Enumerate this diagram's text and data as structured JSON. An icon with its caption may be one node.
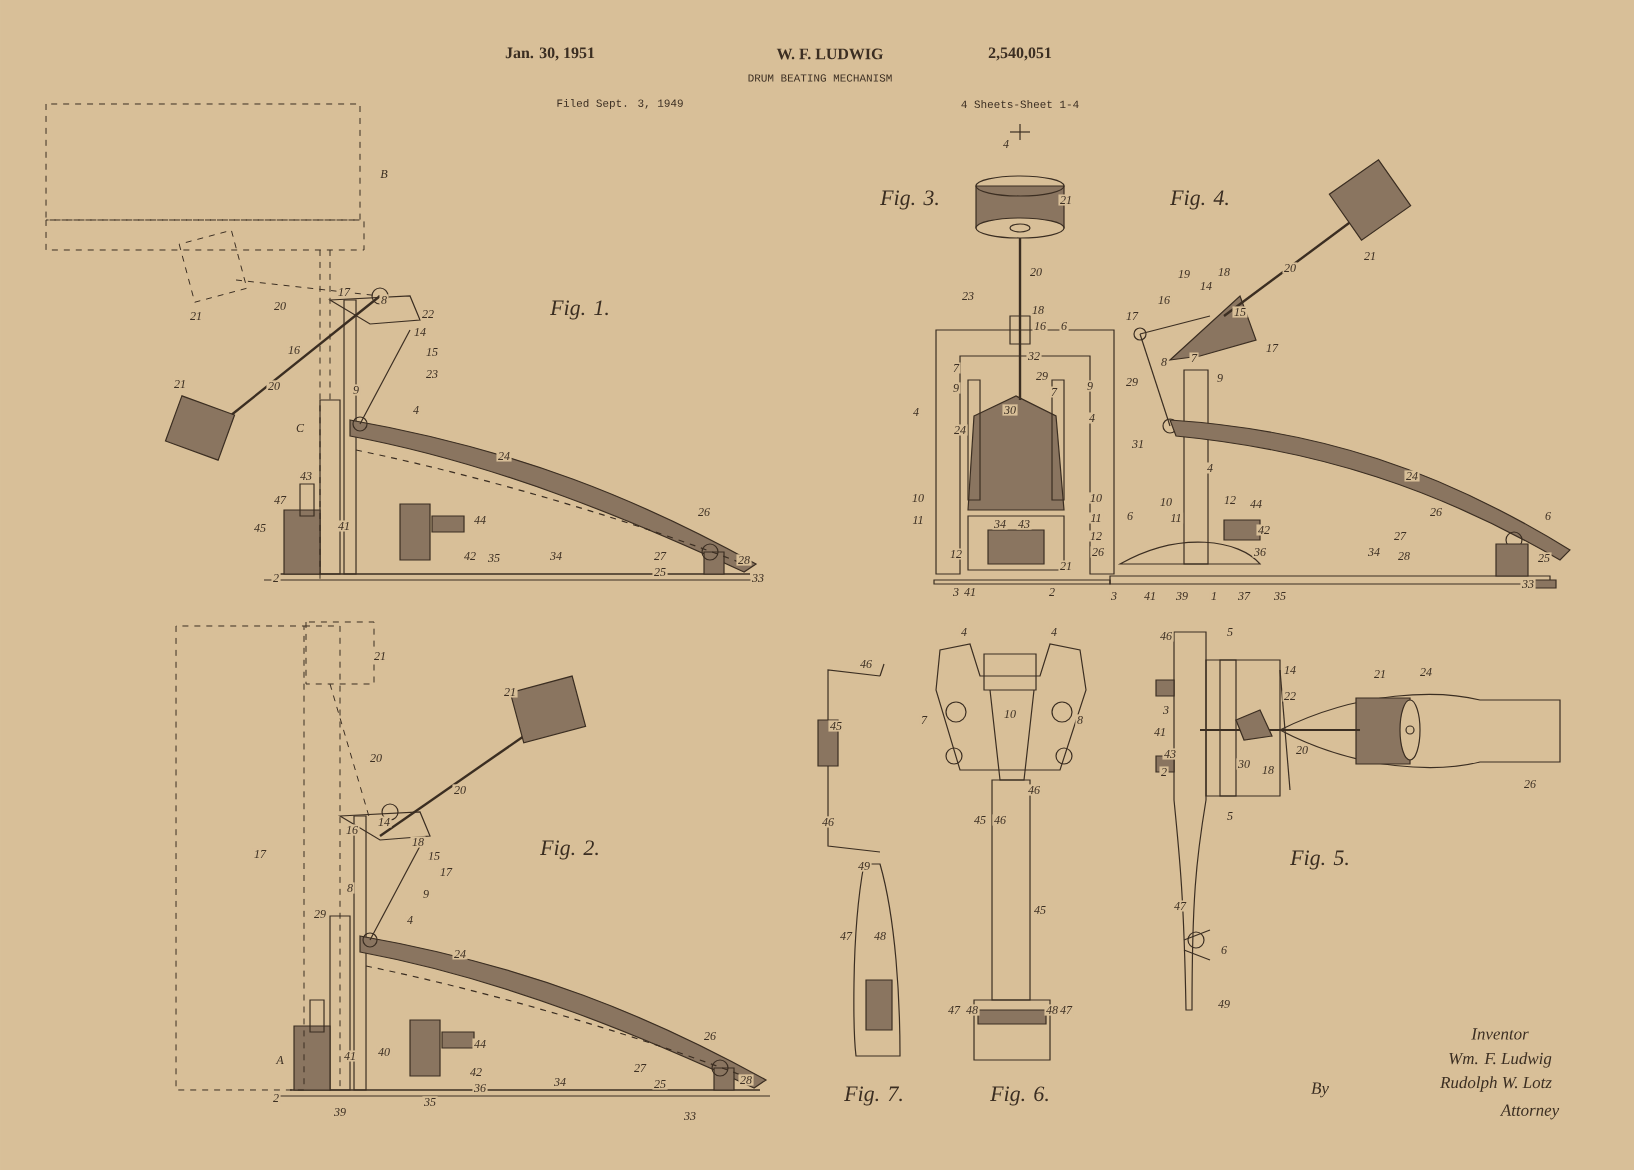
{
  "diagram": {
    "labels": [
      "Jan. 30, 1951",
      "W. F. LUDWIG",
      "2,540,051",
      "DRUM BEATING MECHANISM",
      "Filed Sept. 3, 1949",
      "4 Sheets-Sheet 1-4",
      "B",
      "21",
      "20",
      "17",
      "8",
      "22",
      "14",
      "16",
      "15",
      "23",
      "9",
      "21",
      "20",
      "4",
      "C",
      "24",
      "Fig. 1.",
      "43",
      "47",
      "45",
      "41",
      "2",
      "44",
      "42",
      "35",
      "34",
      "26",
      "27",
      "25",
      "28",
      "33",
      "4",
      "Fig. 3.",
      "21",
      "20",
      "23",
      "18",
      "16",
      "6",
      "32",
      "7",
      "9",
      "29",
      "7",
      "9",
      "4",
      "30",
      "24",
      "4",
      "10",
      "11",
      "34",
      "43",
      "10",
      "11",
      "12",
      "12",
      "26",
      "21",
      "3",
      "41",
      "2",
      "Fig. 4.",
      "21",
      "20",
      "19",
      "18",
      "16",
      "14",
      "15",
      "17",
      "17",
      "8",
      "7",
      "29",
      "9",
      "31",
      "4",
      "24",
      "10",
      "11",
      "12",
      "44",
      "6",
      "42",
      "26",
      "6",
      "27",
      "28",
      "25",
      "36",
      "34",
      "3",
      "41",
      "39",
      "1",
      "37",
      "35",
      "33",
      "21",
      "21",
      "20",
      "20",
      "14",
      "16",
      "17",
      "18",
      "15",
      "17",
      "8",
      "9",
      "29",
      "4",
      "24",
      "Fig. 2.",
      "A",
      "41",
      "40",
      "44",
      "42",
      "36",
      "34",
      "26",
      "27",
      "25",
      "28",
      "2",
      "39",
      "35",
      "33",
      "46",
      "45",
      "46",
      "49",
      "47",
      "48",
      "Fig. 7.",
      "4",
      "4",
      "7",
      "8",
      "10",
      "46",
      "45",
      "46",
      "45",
      "47",
      "48",
      "48",
      "47",
      "Fig. 6.",
      "46",
      "5",
      "14",
      "22",
      "3",
      "41",
      "43",
      "2",
      "30",
      "18",
      "20",
      "5",
      "21",
      "24",
      "26",
      "Fig. 5.",
      "47",
      "6",
      "49",
      "Inventor",
      "Wm. F. Ludwig",
      "By",
      "Rudolph W. Lotz",
      "Attorney"
    ]
  }
}
